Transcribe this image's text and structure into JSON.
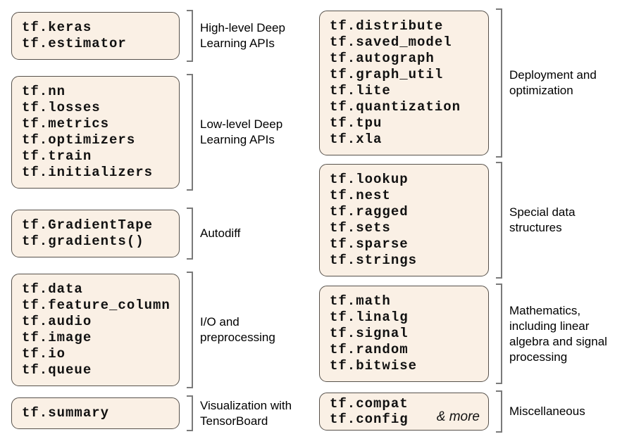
{
  "diagram": {
    "colors": {
      "box_fill": "#faf0e5",
      "box_border": "#56514b",
      "bracket": "#7a7a7a",
      "text": "#000000"
    },
    "groups": [
      {
        "id": "high-level-apis",
        "modules": [
          "tf.keras",
          "tf.estimator"
        ],
        "label": "High-level Deep\nLearning APIs"
      },
      {
        "id": "low-level-apis",
        "modules": [
          "tf.nn",
          "tf.losses",
          "tf.metrics",
          "tf.optimizers",
          "tf.train",
          "tf.initializers"
        ],
        "label": "Low-level Deep\nLearning APIs"
      },
      {
        "id": "autodiff",
        "modules": [
          "tf.GradientTape",
          "tf.gradients()"
        ],
        "label": "Autodiff"
      },
      {
        "id": "io-preprocessing",
        "modules": [
          "tf.data",
          "tf.feature_column",
          "tf.audio",
          "tf.image",
          "tf.io",
          "tf.queue"
        ],
        "label": "I/O and\npreprocessing"
      },
      {
        "id": "visualization",
        "modules": [
          "tf.summary"
        ],
        "label": "Visualization with\nTensorBoard"
      },
      {
        "id": "deployment-optimization",
        "modules": [
          "tf.distribute",
          "tf.saved_model",
          "tf.autograph",
          "tf.graph_util",
          "tf.lite",
          "tf.quantization",
          "tf.tpu",
          "tf.xla"
        ],
        "label": "Deployment and\noptimization"
      },
      {
        "id": "special-data-structures",
        "modules": [
          "tf.lookup",
          "tf.nest",
          "tf.ragged",
          "tf.sets",
          "tf.sparse",
          "tf.strings"
        ],
        "label": "Special data\nstructures"
      },
      {
        "id": "mathematics",
        "modules": [
          "tf.math",
          "tf.linalg",
          "tf.signal",
          "tf.random",
          "tf.bitwise"
        ],
        "label": "Mathematics,\nincluding linear\nalgebra and signal\nprocessing"
      },
      {
        "id": "miscellaneous",
        "modules": [
          "tf.compat",
          "tf.config"
        ],
        "label": "Miscellaneous",
        "extra": "& more"
      }
    ]
  }
}
